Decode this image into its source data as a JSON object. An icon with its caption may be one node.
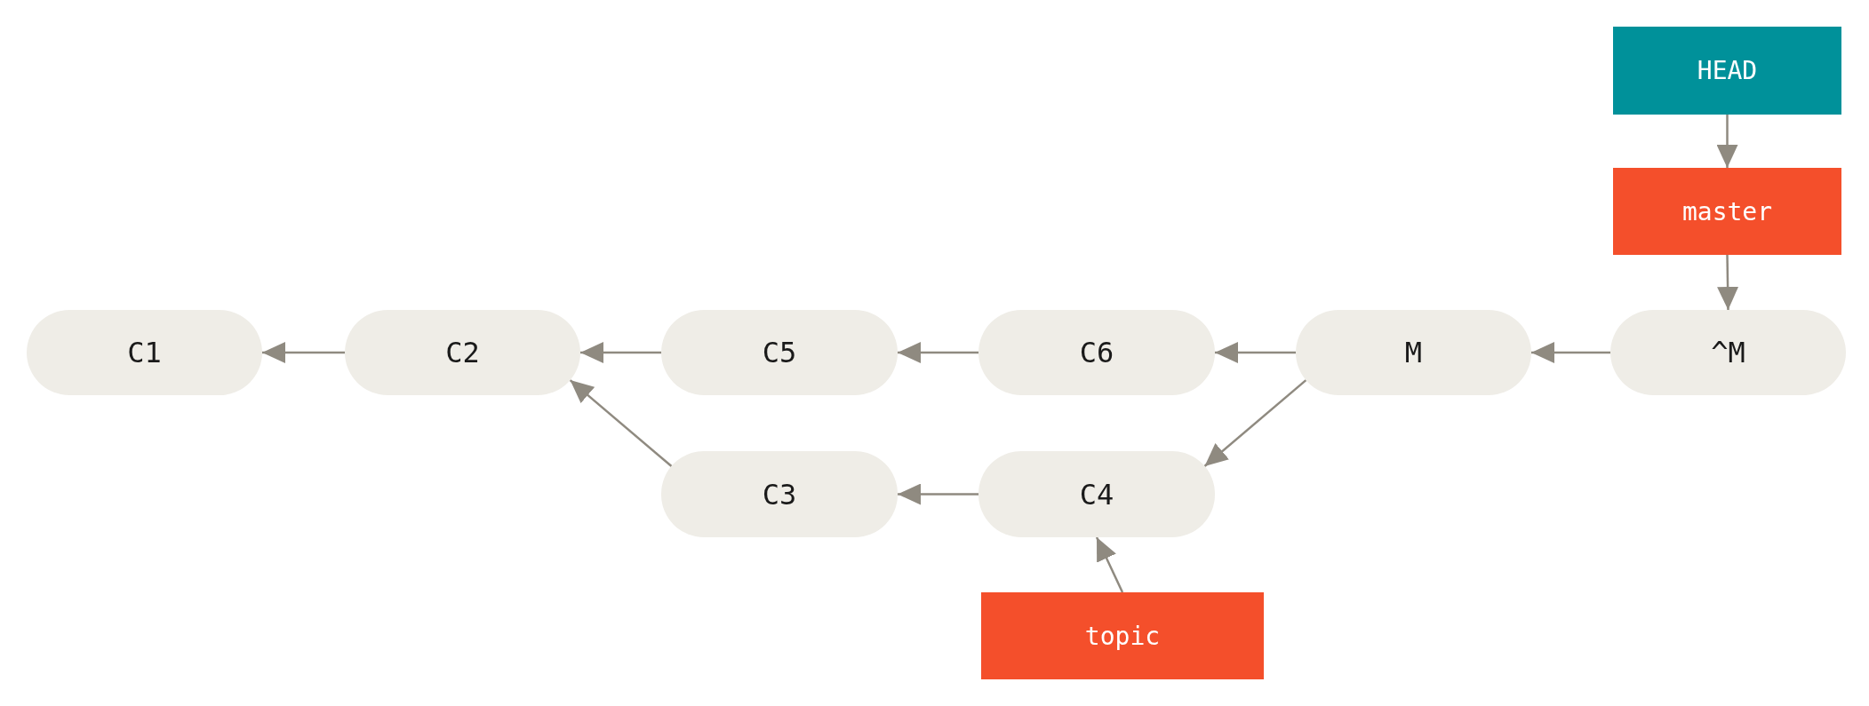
{
  "diagram": {
    "nodes": [
      {
        "text": [
          "HEAD"
        ]
      },
      {
        "text": [
          "master"
        ]
      },
      {
        "text": [
          "C1"
        ]
      },
      {
        "text": [
          "C2"
        ]
      },
      {
        "text": [
          "C5"
        ]
      },
      {
        "text": [
          "C6"
        ]
      },
      {
        "text": [
          "M"
        ]
      },
      {
        "text": [
          "^M"
        ]
      },
      {
        "text": [
          "C3"
        ]
      },
      {
        "text": [
          "C4"
        ]
      },
      {
        "text": [
          "topic"
        ]
      }
    ],
    "edges": [
      {
        "from": 0,
        "to": 1,
        "arrow": "to"
      },
      {
        "from": 1,
        "to": 7,
        "arrow": "to"
      },
      {
        "from": 7,
        "to": 6,
        "arrow": "to"
      },
      {
        "from": 6,
        "to": 5,
        "arrow": "to"
      },
      {
        "from": 5,
        "to": 4,
        "arrow": "to"
      },
      {
        "from": 4,
        "to": 3,
        "arrow": "to"
      },
      {
        "from": 3,
        "to": 2,
        "arrow": "to"
      },
      {
        "from": 6,
        "to": 9,
        "arrow": "to"
      },
      {
        "from": 9,
        "to": 8,
        "arrow": "to"
      },
      {
        "from": 8,
        "to": 3,
        "arrow": "to"
      },
      {
        "from": 10,
        "to": 9,
        "arrow": "to"
      }
    ]
  }
}
